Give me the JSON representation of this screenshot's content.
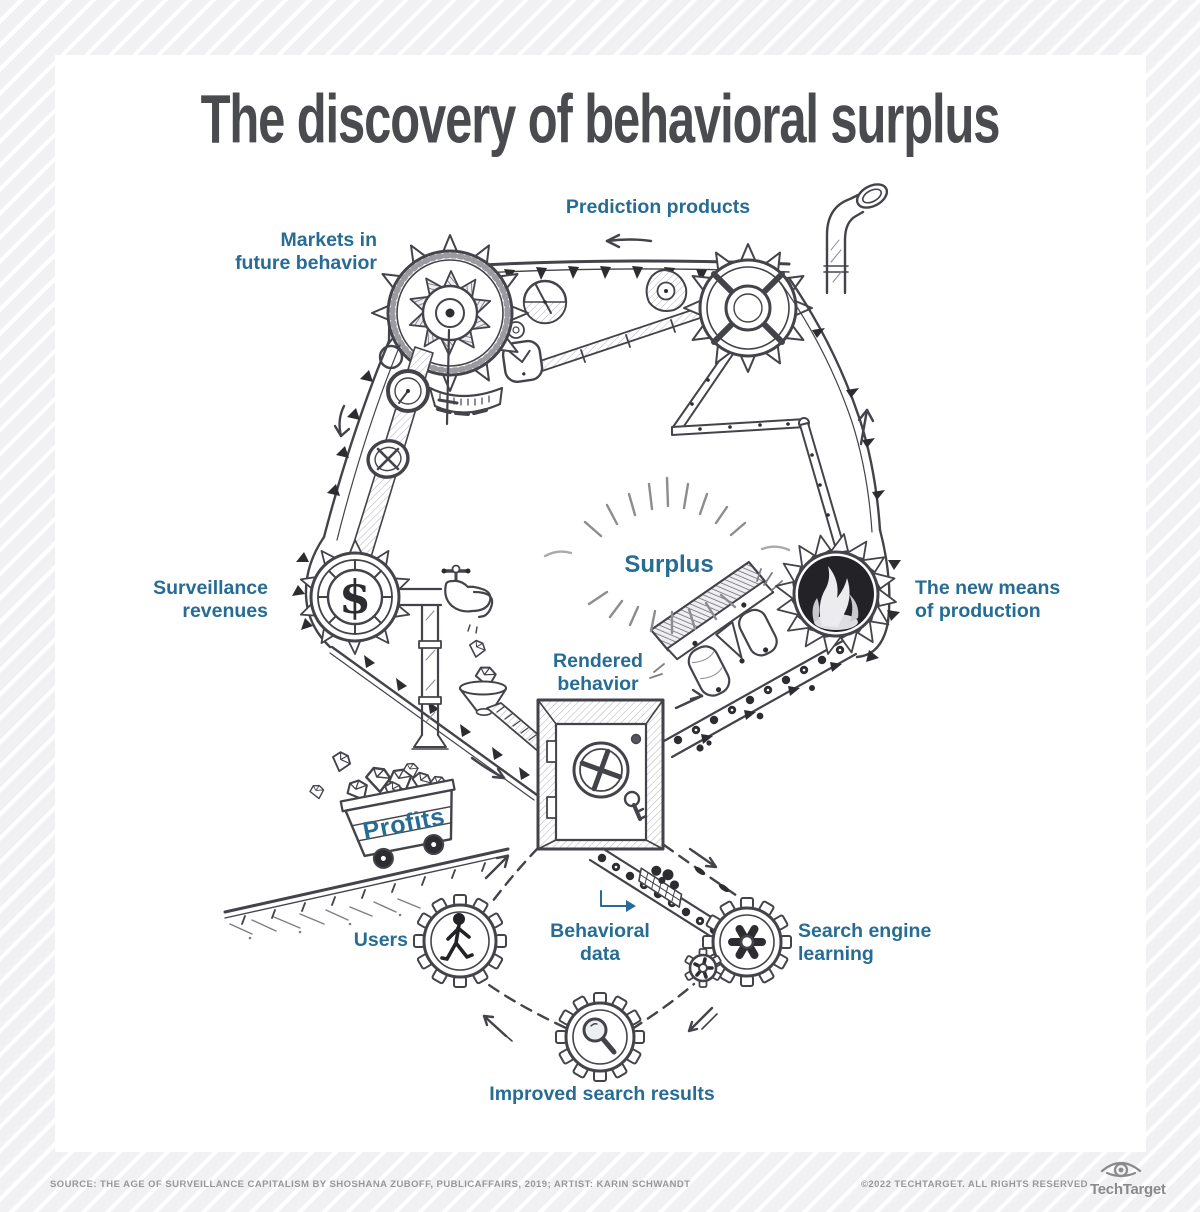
{
  "title": "The discovery of behavioral surplus",
  "labels": {
    "prediction_products": "Prediction products",
    "markets": "Markets in\nfuture behavior",
    "surveillance": "Surveillance\nrevenues",
    "surplus": "Surplus",
    "new_means": "The new means\nof production",
    "rendered_behavior": "Rendered\nbehavior",
    "profits": "Profits",
    "users": "Users",
    "behavioral_data": "Behavioral\ndata",
    "search_engine_learning": "Search engine\nlearning",
    "improved_search_results": "Improved search results"
  },
  "illustration": {
    "dollar_sign": "$"
  },
  "footer": {
    "source": "SOURCE: THE AGE OF SURVEILLANCE CAPITALISM BY SHOSHANA ZUBOFF, PUBLICAFFAIRS, 2019; ARTIST: KARIN SCHWANDT",
    "copyright": "©2022 TECHTARGET. ALL RIGHTS RESERVED",
    "logo_text": "TechTarget"
  },
  "colors": {
    "label_blue": "#266C94",
    "title_gray": "#4A4B4F",
    "ink": "#43434A",
    "footer_gray": "#97979B",
    "stripe_bg": "#F1F1F3"
  }
}
